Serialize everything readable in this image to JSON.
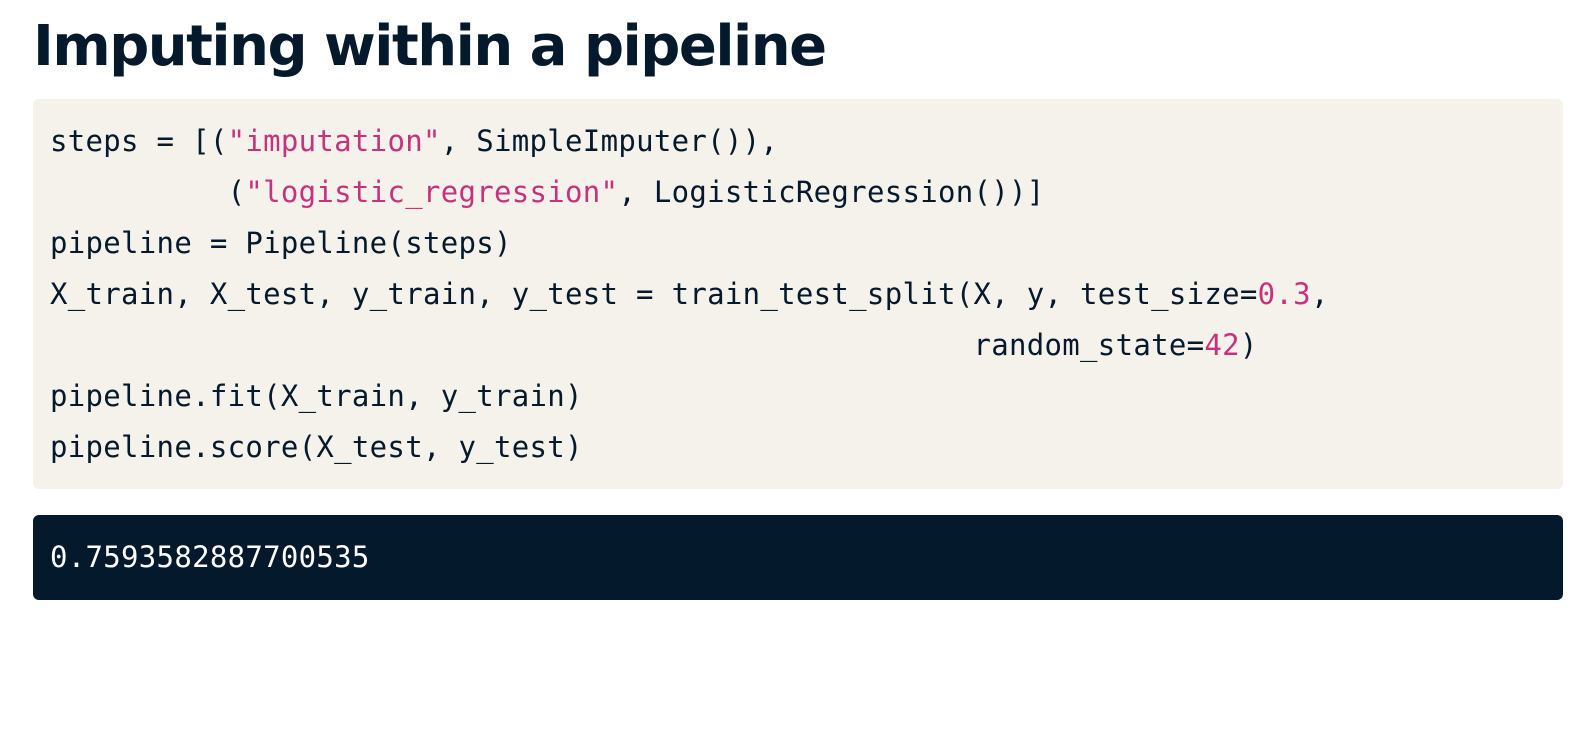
{
  "slide": {
    "title": "Imputing within a pipeline"
  },
  "code": {
    "line1": {
      "a": "steps = [(",
      "b": "\"imputation\"",
      "c": ", SimpleImputer()),"
    },
    "line2": {
      "a": "          (",
      "b": "\"logistic_regression\"",
      "c": ", LogisticRegression())]"
    },
    "line3": {
      "a": "pipeline = Pipeline(steps)"
    },
    "line4": {
      "a": "X_train, X_test, y_train, y_test = train_test_split(X, y, test_size=",
      "b": "0.3",
      "c": ","
    },
    "line5": {
      "a": "                                                    random_state=",
      "b": "42",
      "c": ")"
    },
    "line6": {
      "a": "pipeline.fit(X_train, y_train)"
    },
    "line7": {
      "a": "pipeline.score(X_test, y_test)"
    }
  },
  "output": {
    "value": "0.7593582887700535"
  },
  "colors": {
    "title": "#05192d",
    "code_background": "#f5f1eb",
    "code_text": "#05192d",
    "literal": "#c7327c",
    "output_background": "#05192d",
    "output_text": "#ffffff"
  }
}
